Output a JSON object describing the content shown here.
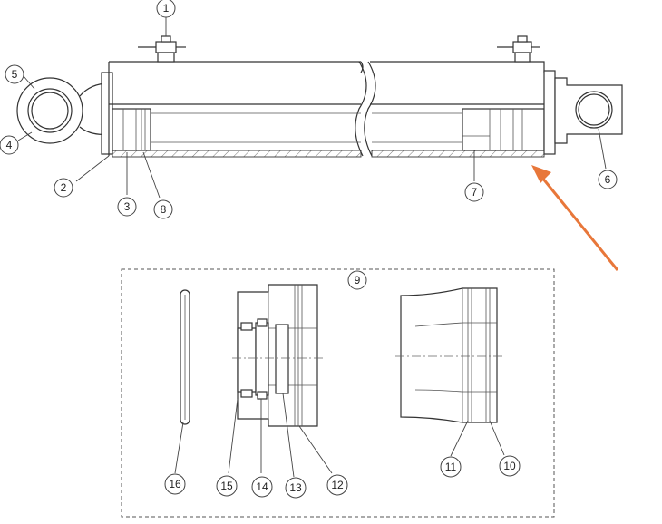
{
  "callouts": [
    {
      "id": "1",
      "label": "1"
    },
    {
      "id": "2",
      "label": "2"
    },
    {
      "id": "3",
      "label": "3"
    },
    {
      "id": "4",
      "label": "4"
    },
    {
      "id": "5",
      "label": "5"
    },
    {
      "id": "6",
      "label": "6"
    },
    {
      "id": "7",
      "label": "7"
    },
    {
      "id": "8",
      "label": "8"
    },
    {
      "id": "9",
      "label": "9"
    },
    {
      "id": "10",
      "label": "10"
    },
    {
      "id": "11",
      "label": "11"
    },
    {
      "id": "12",
      "label": "12"
    },
    {
      "id": "13",
      "label": "13"
    },
    {
      "id": "14",
      "label": "14"
    },
    {
      "id": "15",
      "label": "15"
    },
    {
      "id": "16",
      "label": "16"
    }
  ],
  "colors": {
    "line": "#333333",
    "arrow": "#e8773a",
    "background": "#ffffff"
  }
}
